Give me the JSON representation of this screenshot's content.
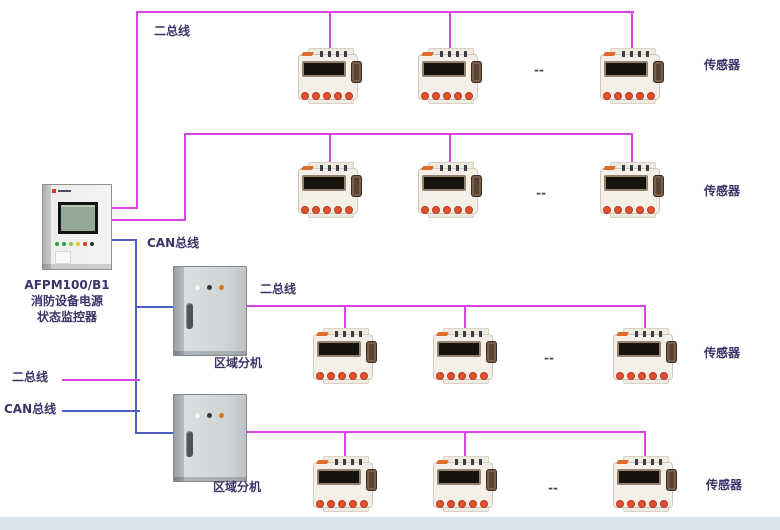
{
  "colors": {
    "bus_two_wire": "#d944e4",
    "bus_can": "#4e5fc5",
    "label_text": "#3e3269"
  },
  "main_panel": {
    "model": "AFPM100/B1",
    "name_line1": "消防设备电源",
    "name_line2": "状态监控器"
  },
  "labels": {
    "two_bus_top": "二总线",
    "two_bus_branch": "二总线",
    "can_bus": "CAN总线",
    "sensor": "传感器",
    "regional_unit": "区域分机",
    "ellipsis": "--"
  },
  "legend": {
    "two_bus": {
      "label": "二总线",
      "color": "#d944e4"
    },
    "can_bus": {
      "label": "CAN总线",
      "color": "#4e5fc5"
    }
  }
}
